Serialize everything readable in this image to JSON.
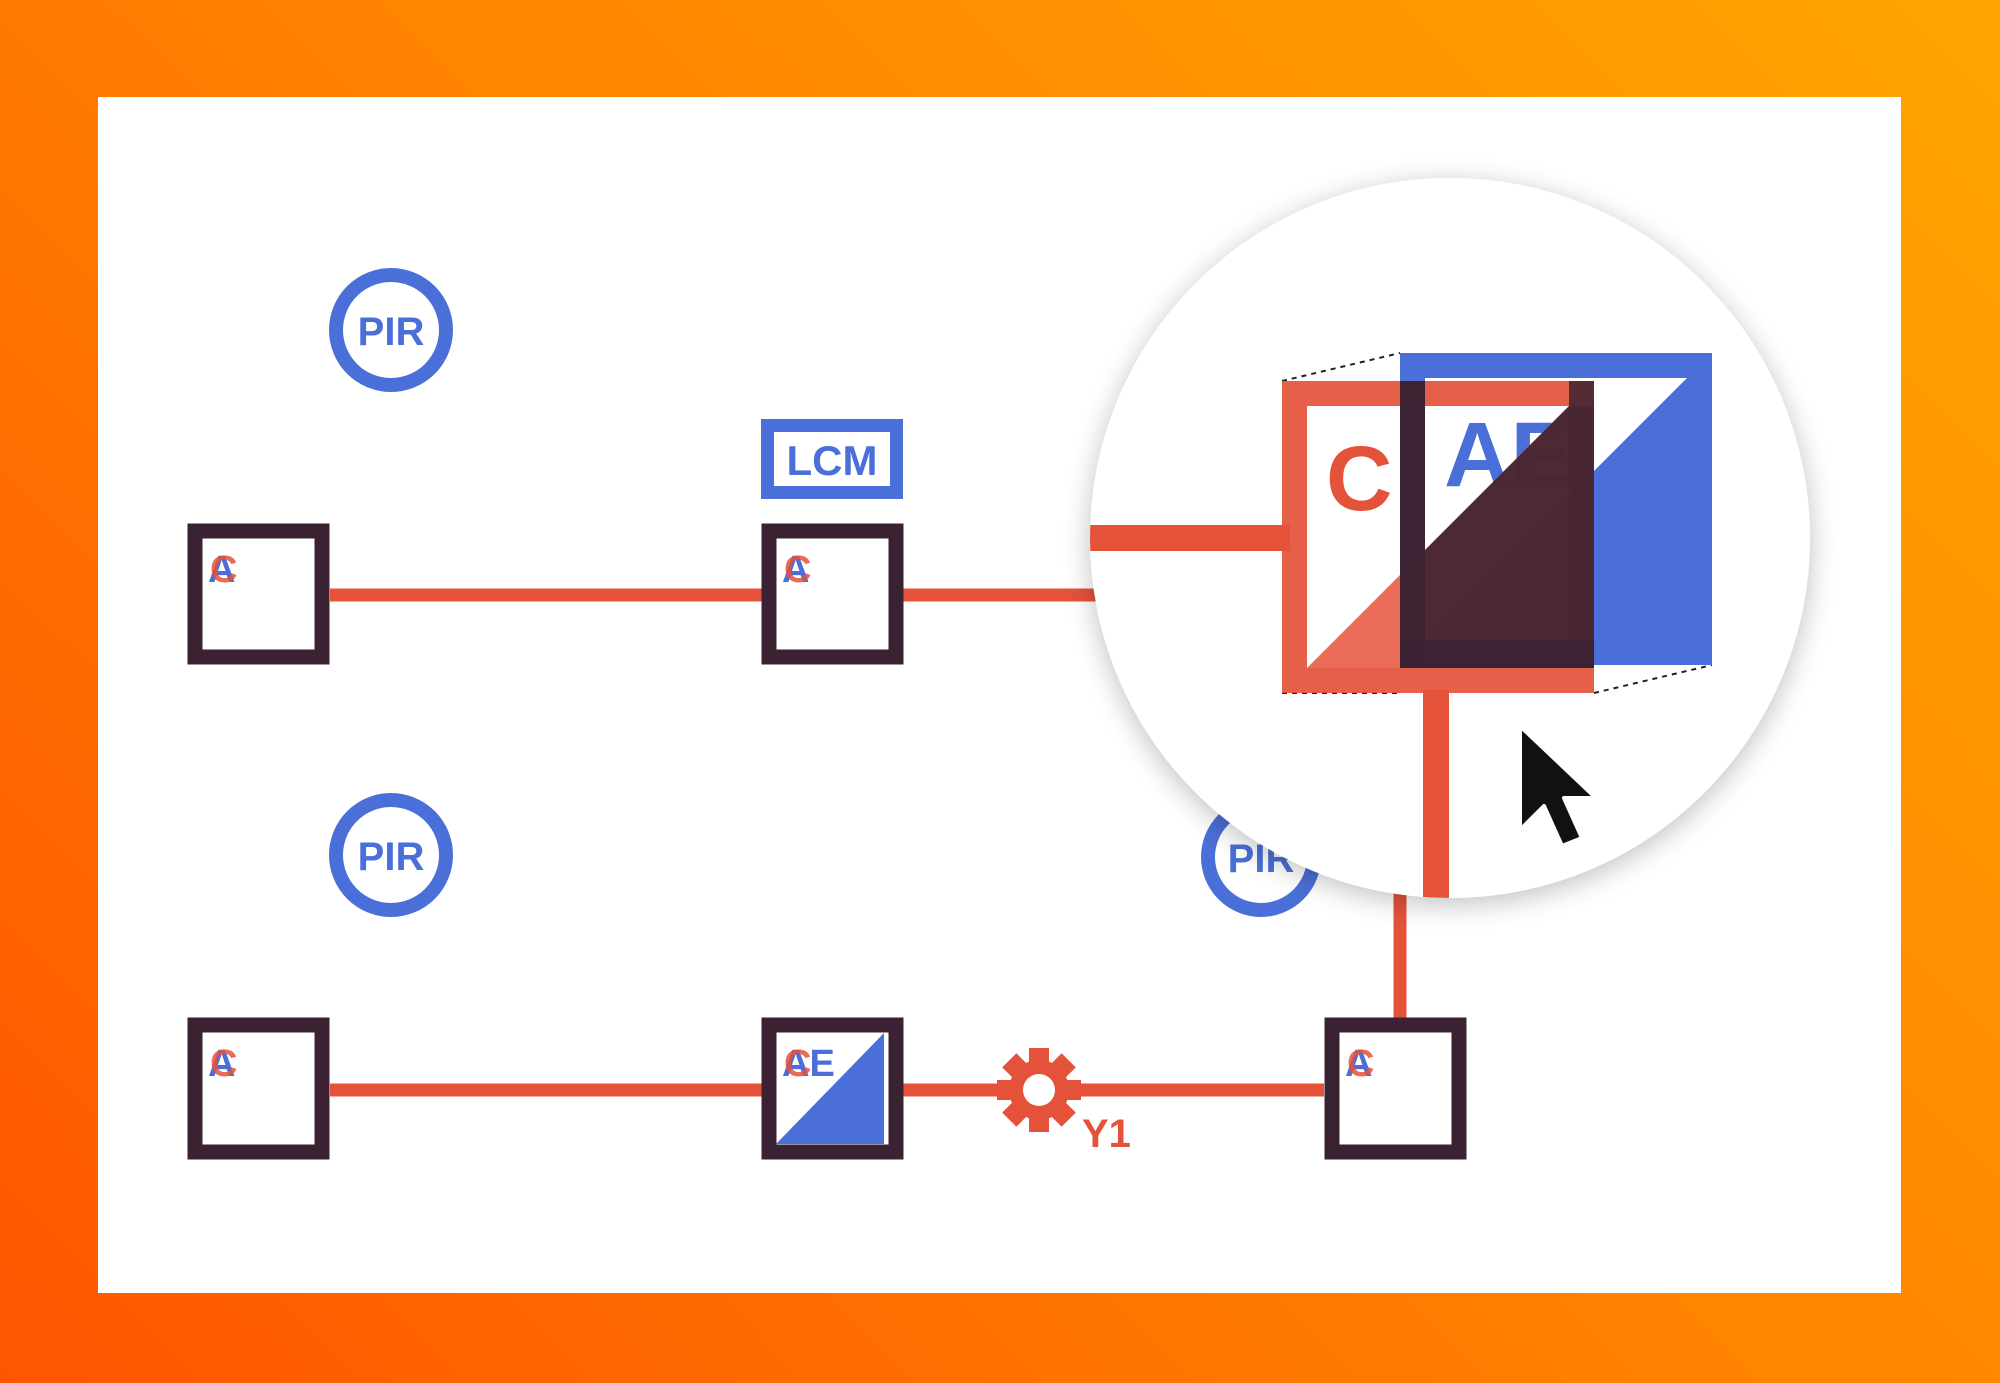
{
  "labels": {
    "pir": "PIR",
    "lcm": "LCM",
    "c": "C",
    "a": "A",
    "ae": "AE",
    "y1": "Y1"
  },
  "colors": {
    "background_gradient_start": "#ff5500",
    "background_gradient_end": "#ffa500",
    "wire": "#e4523a",
    "sensor_blue": "#4a6fd8",
    "device_frame": "#3b2232",
    "panel": "#ffffff"
  },
  "icons": [
    "gear-icon",
    "mouse-pointer-icon"
  ]
}
